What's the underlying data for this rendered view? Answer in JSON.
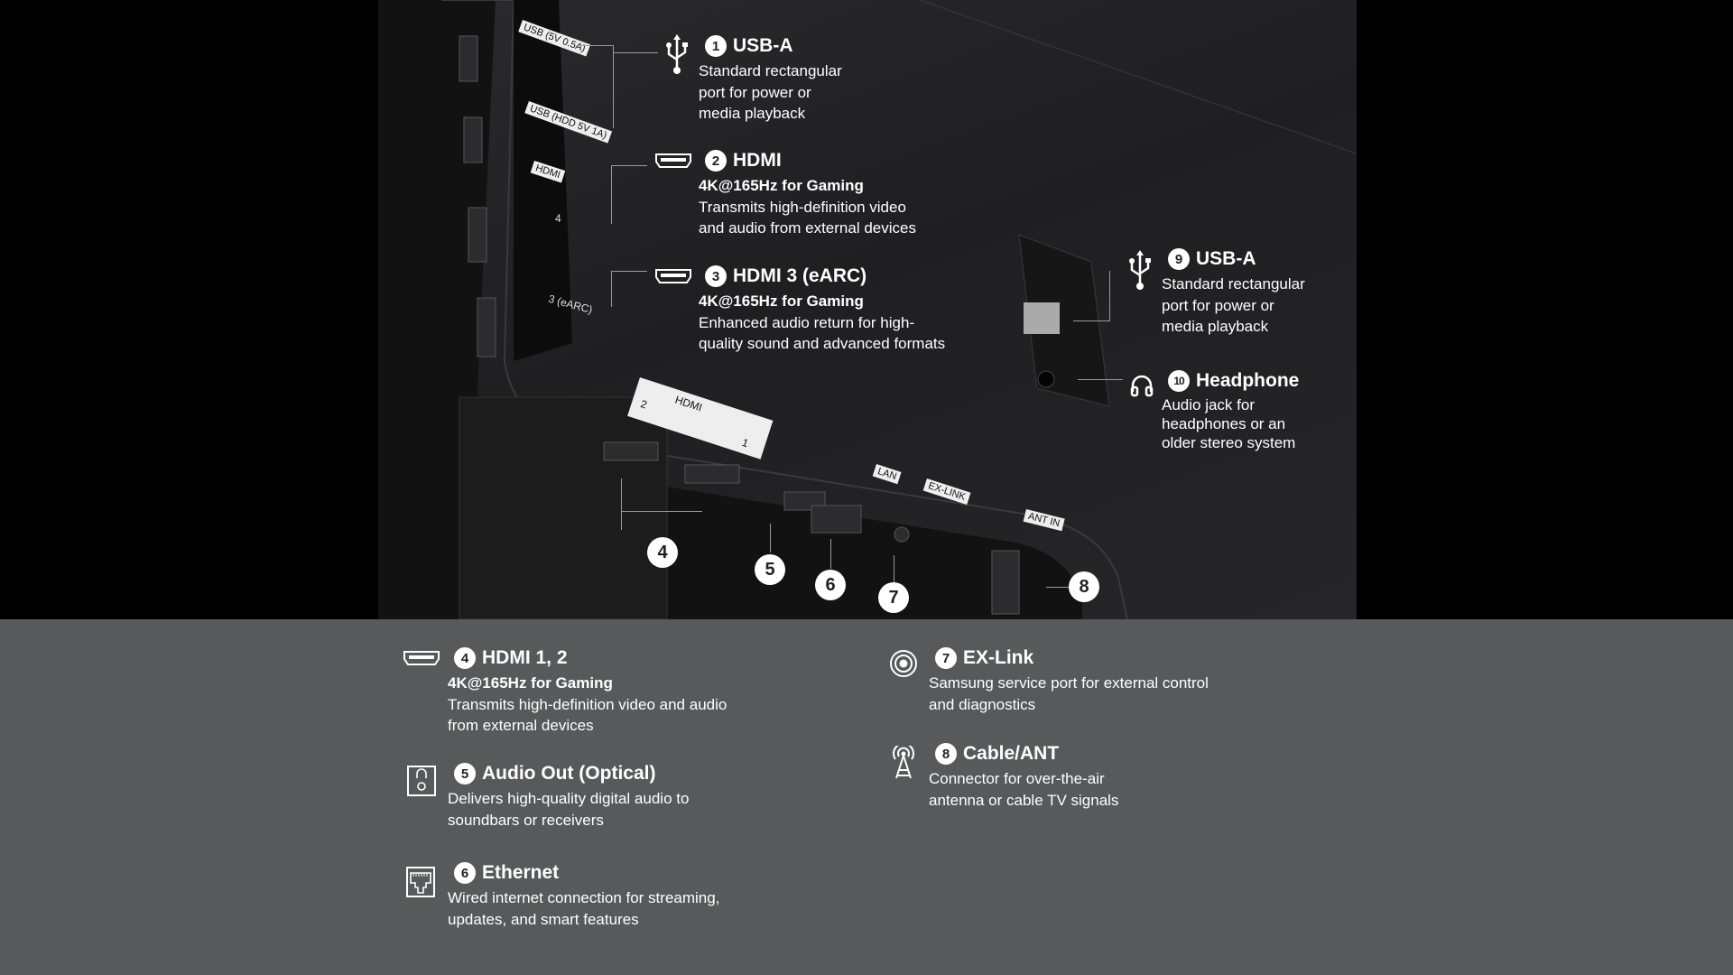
{
  "colors": {
    "panel": "#58595b",
    "photo": "#232325",
    "outer": "#000000",
    "text": "#ffffff"
  },
  "callouts_top": [
    {
      "num": "1",
      "title": "USB-A",
      "icon": "usb-icon",
      "sub": "",
      "desc": [
        "Standard rectangular",
        "port for power or",
        "media playback"
      ]
    },
    {
      "num": "2",
      "title": "HDMI",
      "icon": "hdmi-icon",
      "sub": "4K@165Hz for Gaming",
      "desc": [
        "Transmits high-definition video",
        "and audio from external devices"
      ]
    },
    {
      "num": "3",
      "title": "HDMI 3 (eARC)",
      "icon": "hdmi-icon",
      "sub": "4K@165Hz for Gaming",
      "desc": [
        "Enhanced audio return for high-",
        "quality sound and advanced formats"
      ]
    },
    {
      "num": "9",
      "title": "USB-A",
      "icon": "usb-icon",
      "sub": "",
      "desc": [
        "Standard rectangular",
        "port for power or",
        "media playback"
      ]
    },
    {
      "num": "10",
      "title": "Headphone",
      "icon": "headphone-icon",
      "sub": "",
      "desc": [
        "Audio jack for",
        "headphones or an",
        "older stereo system"
      ]
    }
  ],
  "callouts_bottom": [
    {
      "num": "4",
      "title": "HDMI 1, 2",
      "icon": "hdmi-icon",
      "sub": "4K@165Hz for Gaming",
      "desc": [
        "Transmits high-definition video and audio",
        "from external devices"
      ]
    },
    {
      "num": "5",
      "title": "Audio Out (Optical)",
      "icon": "optical-audio-icon",
      "sub": "",
      "desc": [
        "Delivers high-quality digital audio to",
        "soundbars or receivers"
      ]
    },
    {
      "num": "6",
      "title": "Ethernet",
      "icon": "ethernet-icon",
      "sub": "",
      "desc": [
        "Wired internet connection for streaming,",
        "updates, and smart features"
      ]
    },
    {
      "num": "7",
      "title": "EX-Link",
      "icon": "ex-link-icon",
      "sub": "",
      "desc": [
        "Samsung service port for external control",
        "and diagnostics"
      ]
    },
    {
      "num": "8",
      "title": "Cable/ANT",
      "icon": "antenna-icon",
      "sub": "",
      "desc": [
        "Connector for over-the-air",
        "antenna or cable TV signals"
      ]
    }
  ],
  "port_markers": [
    "4",
    "5",
    "6",
    "7",
    "8"
  ],
  "tv_labels": {
    "usb1": "USB (5V 0.5A)",
    "usb2": "USB (HDD 5V 1A)",
    "hdmi_side": "HDMI",
    "hdmi4": "4",
    "hdmi3": "3 (eARC)",
    "hdmi_bottom": "HDMI",
    "hdmi2": "2",
    "hdmi1": "1",
    "lan": "LAN",
    "exlink": "EX-LINK",
    "ant": "ANT IN"
  }
}
